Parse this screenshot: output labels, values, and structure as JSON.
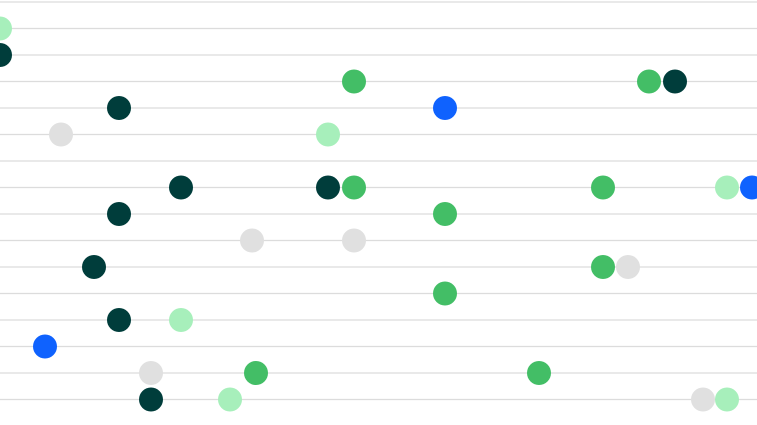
{
  "chart_data": {
    "type": "scatter",
    "title": "",
    "xlabel": "",
    "ylabel": "",
    "grid": true,
    "legend": "none",
    "rows": 16,
    "xlim": [
      0,
      757
    ],
    "color_map": {
      "dark-green": "#003d3b",
      "green": "#43be66",
      "light-green": "#a7efbb",
      "light-gray": "#e0e0e0",
      "blue": "#0f62fe"
    },
    "series": [
      {
        "category": "dark-green",
        "points": [
          {
            "x": 0,
            "y": 2
          },
          {
            "x": 119,
            "y": 4
          },
          {
            "x": 181,
            "y": 7
          },
          {
            "x": 328,
            "y": 7
          },
          {
            "x": 119,
            "y": 8
          },
          {
            "x": 94,
            "y": 10
          },
          {
            "x": 119,
            "y": 12
          },
          {
            "x": 151,
            "y": 15
          },
          {
            "x": 675,
            "y": 3
          }
        ]
      },
      {
        "category": "green",
        "points": [
          {
            "x": 354,
            "y": 3
          },
          {
            "x": 649,
            "y": 3
          },
          {
            "x": 354,
            "y": 7
          },
          {
            "x": 603,
            "y": 7
          },
          {
            "x": 445,
            "y": 8
          },
          {
            "x": 603,
            "y": 10
          },
          {
            "x": 445,
            "y": 11
          },
          {
            "x": 256,
            "y": 14
          },
          {
            "x": 539,
            "y": 14
          }
        ]
      },
      {
        "category": "light-green",
        "points": [
          {
            "x": 0,
            "y": 1
          },
          {
            "x": 328,
            "y": 5
          },
          {
            "x": 727,
            "y": 7
          },
          {
            "x": 181,
            "y": 12
          },
          {
            "x": 230,
            "y": 15
          },
          {
            "x": 727,
            "y": 15
          }
        ]
      },
      {
        "category": "light-gray",
        "points": [
          {
            "x": 61,
            "y": 5
          },
          {
            "x": 252,
            "y": 9
          },
          {
            "x": 354,
            "y": 9
          },
          {
            "x": 628,
            "y": 10
          },
          {
            "x": 151,
            "y": 14
          },
          {
            "x": 703,
            "y": 15
          }
        ]
      },
      {
        "category": "blue",
        "points": [
          {
            "x": 445,
            "y": 4
          },
          {
            "x": 752,
            "y": 7
          },
          {
            "x": 45,
            "y": 13
          }
        ]
      }
    ]
  }
}
